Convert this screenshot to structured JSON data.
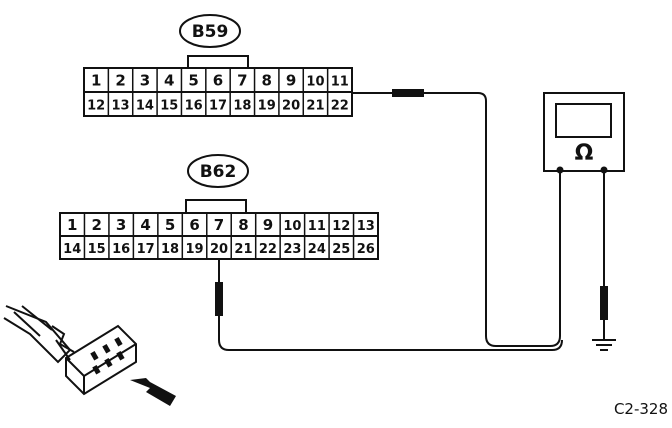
{
  "connector_b59": {
    "label": "B59",
    "row1": [
      "1",
      "2",
      "3",
      "4",
      "5",
      "6",
      "7",
      "8",
      "9",
      "10",
      "11"
    ],
    "row2": [
      "12",
      "13",
      "14",
      "15",
      "16",
      "17",
      "18",
      "19",
      "20",
      "21",
      "22"
    ]
  },
  "connector_b62": {
    "label": "B62",
    "row1": [
      "1",
      "2",
      "3",
      "4",
      "5",
      "6",
      "7",
      "8",
      "9",
      "10",
      "11",
      "12",
      "13"
    ],
    "row2": [
      "14",
      "15",
      "16",
      "17",
      "18",
      "19",
      "20",
      "21",
      "22",
      "23",
      "24",
      "25",
      "26"
    ]
  },
  "meter": {
    "symbol": "Ω"
  },
  "figure_code": "C2-328"
}
